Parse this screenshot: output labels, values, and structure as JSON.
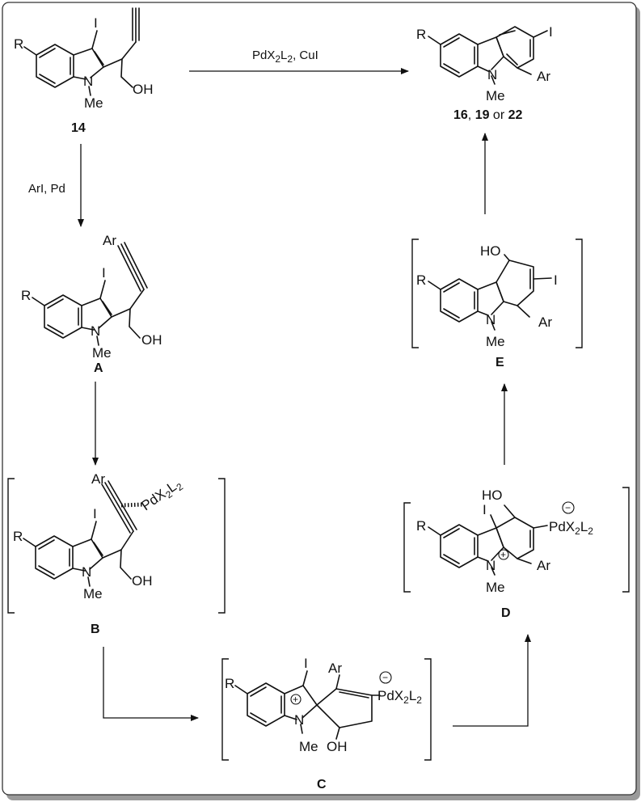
{
  "labels": {
    "start": "14",
    "product_a": "16",
    "product_sep1": ", ",
    "product_b": "19",
    "product_sep2": " or ",
    "product_c": "22",
    "int_a": "A",
    "int_b": "B",
    "int_c": "C",
    "int_d": "D",
    "int_e": "E"
  },
  "conditions": {
    "top_reagent_main": "PdX",
    "top_reagent_sub1": "2",
    "top_reagent_mid": "L",
    "top_reagent_sub2": "2",
    "top_reagent_end": ", CuI",
    "step1": "ArI, Pd"
  },
  "atoms": {
    "R": "R",
    "I": "I",
    "N": "N",
    "Me": "Me",
    "OH": "OH",
    "HO": "HO",
    "Ar": "Ar",
    "Pd": "PdX",
    "L": "L",
    "two": "2",
    "plus": "+",
    "minus": "−"
  },
  "colors": {
    "ink": "#111111",
    "frame": "#333333",
    "shadow": "#888888"
  }
}
